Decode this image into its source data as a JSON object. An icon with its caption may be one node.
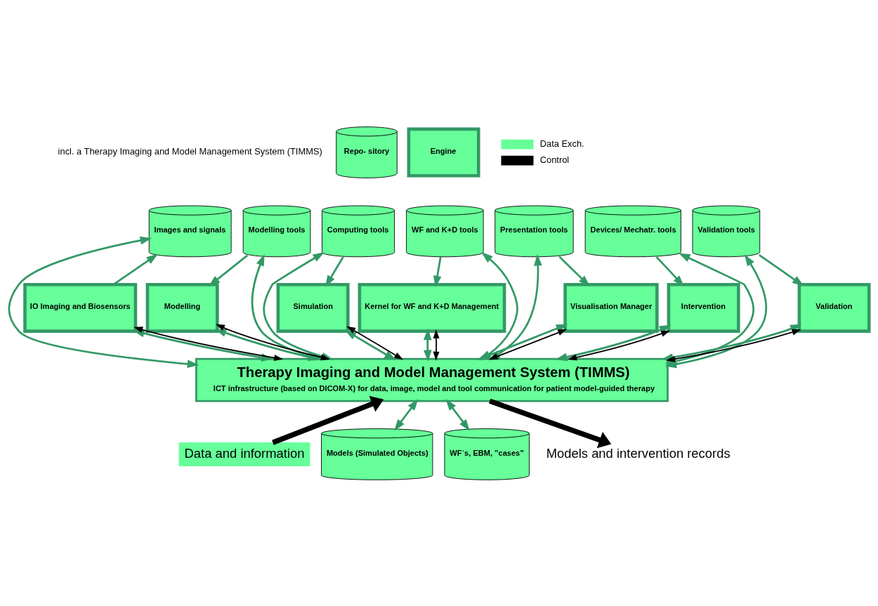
{
  "diagram": {
    "nodes": [
      {
        "text": [
          "Images and signals"
        ]
      },
      {
        "text": [
          "Modelling tools"
        ]
      },
      {
        "text": [
          "Computing tools"
        ]
      },
      {
        "text": [
          "WF and K+D tools"
        ]
      },
      {
        "text": [
          "Presentation tools"
        ]
      },
      {
        "text": [
          "Devices/ Mechatr. tools"
        ]
      },
      {
        "text": [
          "Validation tools"
        ]
      },
      {
        "text": [
          "IO Imaging and Biosensors"
        ]
      },
      {
        "text": [
          "Modelling"
        ]
      },
      {
        "text": [
          "Simulation"
        ]
      },
      {
        "text": [
          "Kernel for WF and K+D Management"
        ]
      },
      {
        "text": [
          "Visualisation Manager"
        ]
      },
      {
        "text": [
          "Intervention"
        ]
      },
      {
        "text": [
          "Validation"
        ]
      },
      {
        "text": [
          "Therapy Imaging and Model Management System (TIMMS)",
          "ICT infrastructure (based on DICOM-X) for data, image, model and tool communication for patient model-guided therapy"
        ]
      },
      {
        "text": [
          "Data and information"
        ]
      },
      {
        "text": [
          "Models (Simulated Objects)"
        ]
      },
      {
        "text": [
          "WF`s, EBM, ”cases”"
        ]
      },
      {
        "text": [
          "Models and intervention records"
        ]
      },
      {
        "text": [
          "Repo- sitory"
        ]
      },
      {
        "text": [
          "Engine"
        ]
      }
    ],
    "edges": [
      {
        "from": 0,
        "to": 14,
        "arrow": "both"
      },
      {
        "from": 7,
        "to": 0,
        "arrow": "to"
      },
      {
        "from": 7,
        "to": 14,
        "arrow": "both"
      },
      {
        "from": 7,
        "to": 14,
        "arrow": "both",
        "color": "#000000"
      },
      {
        "from": 1,
        "to": 14,
        "arrow": "both"
      },
      {
        "from": 1,
        "to": 8,
        "arrow": "to"
      },
      {
        "from": 8,
        "to": 14,
        "arrow": "both"
      },
      {
        "from": 8,
        "to": 14,
        "arrow": "both",
        "color": "#000000"
      },
      {
        "from": 2,
        "to": 14,
        "arrow": "both"
      },
      {
        "from": 2,
        "to": 9,
        "arrow": "to"
      },
      {
        "from": 9,
        "to": 14,
        "arrow": "both"
      },
      {
        "from": 9,
        "to": 14,
        "arrow": "both",
        "color": "#000000"
      },
      {
        "from": 3,
        "to": 14,
        "arrow": "both"
      },
      {
        "from": 3,
        "to": 10,
        "arrow": "to"
      },
      {
        "from": 10,
        "to": 14,
        "arrow": "both"
      },
      {
        "from": 10,
        "to": 14,
        "arrow": "both",
        "color": "#000000"
      },
      {
        "from": 4,
        "to": 14,
        "arrow": "both"
      },
      {
        "from": 4,
        "to": 11,
        "arrow": "to"
      },
      {
        "from": 11,
        "to": 14,
        "arrow": "both"
      },
      {
        "from": 11,
        "to": 14,
        "arrow": "both",
        "color": "#000000"
      },
      {
        "from": 5,
        "to": 14,
        "arrow": "both"
      },
      {
        "from": 5,
        "to": 12,
        "arrow": "to"
      },
      {
        "from": 12,
        "to": 14,
        "arrow": "both"
      },
      {
        "from": 12,
        "to": 14,
        "arrow": "both",
        "color": "#000000"
      },
      {
        "from": 6,
        "to": 14,
        "arrow": "both"
      },
      {
        "from": 6,
        "to": 13,
        "arrow": "to"
      },
      {
        "from": 13,
        "to": 14,
        "arrow": "both"
      },
      {
        "from": 13,
        "to": 14,
        "arrow": "both",
        "color": "#000000"
      },
      {
        "from": 15,
        "to": 14,
        "arrow": "to",
        "style": "thick",
        "color": "#000000"
      },
      {
        "from": 14,
        "to": 16,
        "arrow": "both"
      },
      {
        "from": 14,
        "to": 17,
        "arrow": "both"
      },
      {
        "from": 14,
        "to": 18,
        "arrow": "to",
        "style": "thick",
        "color": "#000000"
      }
    ],
    "labels": [
      "incl. a Therapy Imaging and Model Management System (TIMMS)"
    ],
    "legend": [
      {
        "text": "Data Exch."
      },
      {
        "text": "Control"
      }
    ]
  }
}
